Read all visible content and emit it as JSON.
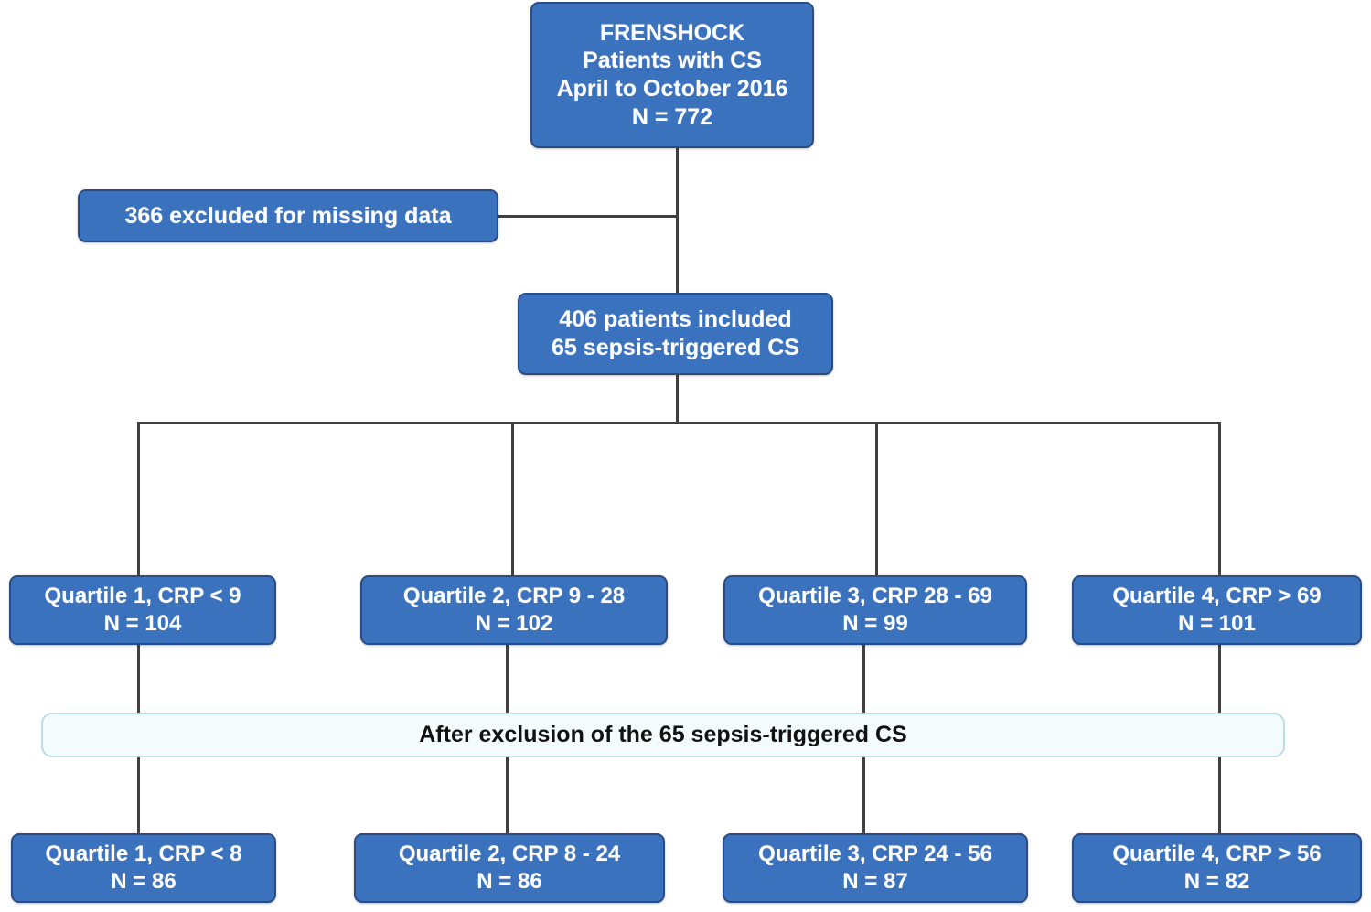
{
  "diagram": {
    "type": "flowchart",
    "title": "FRENSHOCK CRP quartile flow diagram",
    "colors": {
      "box_fill": "#3b72bd",
      "box_border": "#2a4c86",
      "box_text": "#ffffff",
      "banner_fill": "#f4fbfd",
      "banner_border": "#bcdde5",
      "banner_text": "#111111",
      "connector": "#3f3f3f",
      "background": "#ffffff"
    },
    "nodes": {
      "root": {
        "line1": "FRENSHOCK",
        "line2": "Patients with CS",
        "line3": "April to October 2016",
        "line4": "N = 772"
      },
      "excluded": {
        "label": "366 excluded for missing data"
      },
      "included": {
        "line1": "406 patients included",
        "line2": "65 sepsis-triggered CS"
      },
      "banner": {
        "label": "After exclusion of the 65 sepsis-triggered CS"
      },
      "quartiles_before": [
        {
          "label": "Quartile 1, CRP < 9",
          "n": "N = 104"
        },
        {
          "label": "Quartile 2, CRP 9 - 28",
          "n": "N = 102"
        },
        {
          "label": "Quartile 3, CRP 28 - 69",
          "n": "N = 99"
        },
        {
          "label": "Quartile 4, CRP > 69",
          "n": "N = 101"
        }
      ],
      "quartiles_after": [
        {
          "label": "Quartile 1, CRP < 8",
          "n": "N = 86"
        },
        {
          "label": "Quartile 2, CRP 8 - 24",
          "n": "N = 86"
        },
        {
          "label": "Quartile 3, CRP 24 - 56",
          "n": "N = 87"
        },
        {
          "label": "Quartile 4, CRP > 56",
          "n": "N = 82"
        }
      ]
    }
  }
}
